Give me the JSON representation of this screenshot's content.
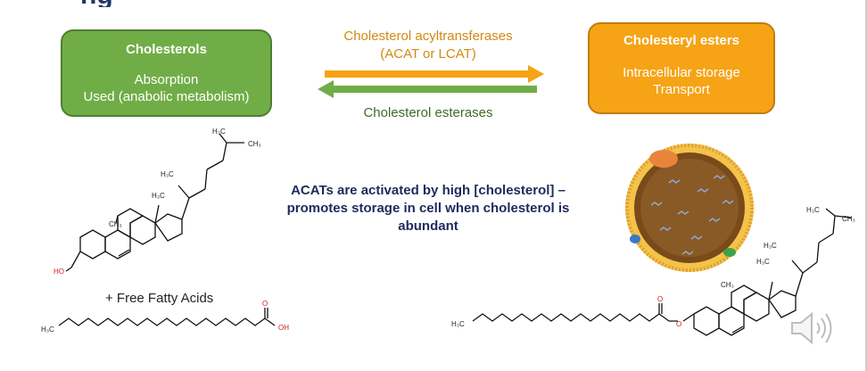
{
  "title": "ng",
  "cholesterols_box": {
    "title": "Cholesterols",
    "lines": [
      "Absorption",
      "Used (anabolic metabolism)"
    ],
    "color": "#70ad47"
  },
  "esters_box": {
    "title": "Cholesteryl esters",
    "lines": [
      "Intracellular storage",
      "Transport"
    ],
    "color": "#f6a316"
  },
  "forward_reaction": {
    "lines": [
      "Cholesterol acyltransferases",
      "(ACAT or LCAT)"
    ],
    "color": "#f6a316"
  },
  "reverse_reaction": {
    "label": "Cholesterol esterases",
    "color": "#70ad47"
  },
  "statement": {
    "lines": [
      "ACATs are activated by high [cholesterol] –",
      "promotes storage in cell when cholesterol is",
      "abundant"
    ]
  },
  "free_fatty_acids": "+ Free Fatty Acids",
  "structure_labels": {
    "h3c": "H₃C",
    "ch3": "CH₃",
    "ho": "HO",
    "o": "O",
    "oh": "OH"
  },
  "icons": {
    "speaker": "speaker-icon"
  }
}
